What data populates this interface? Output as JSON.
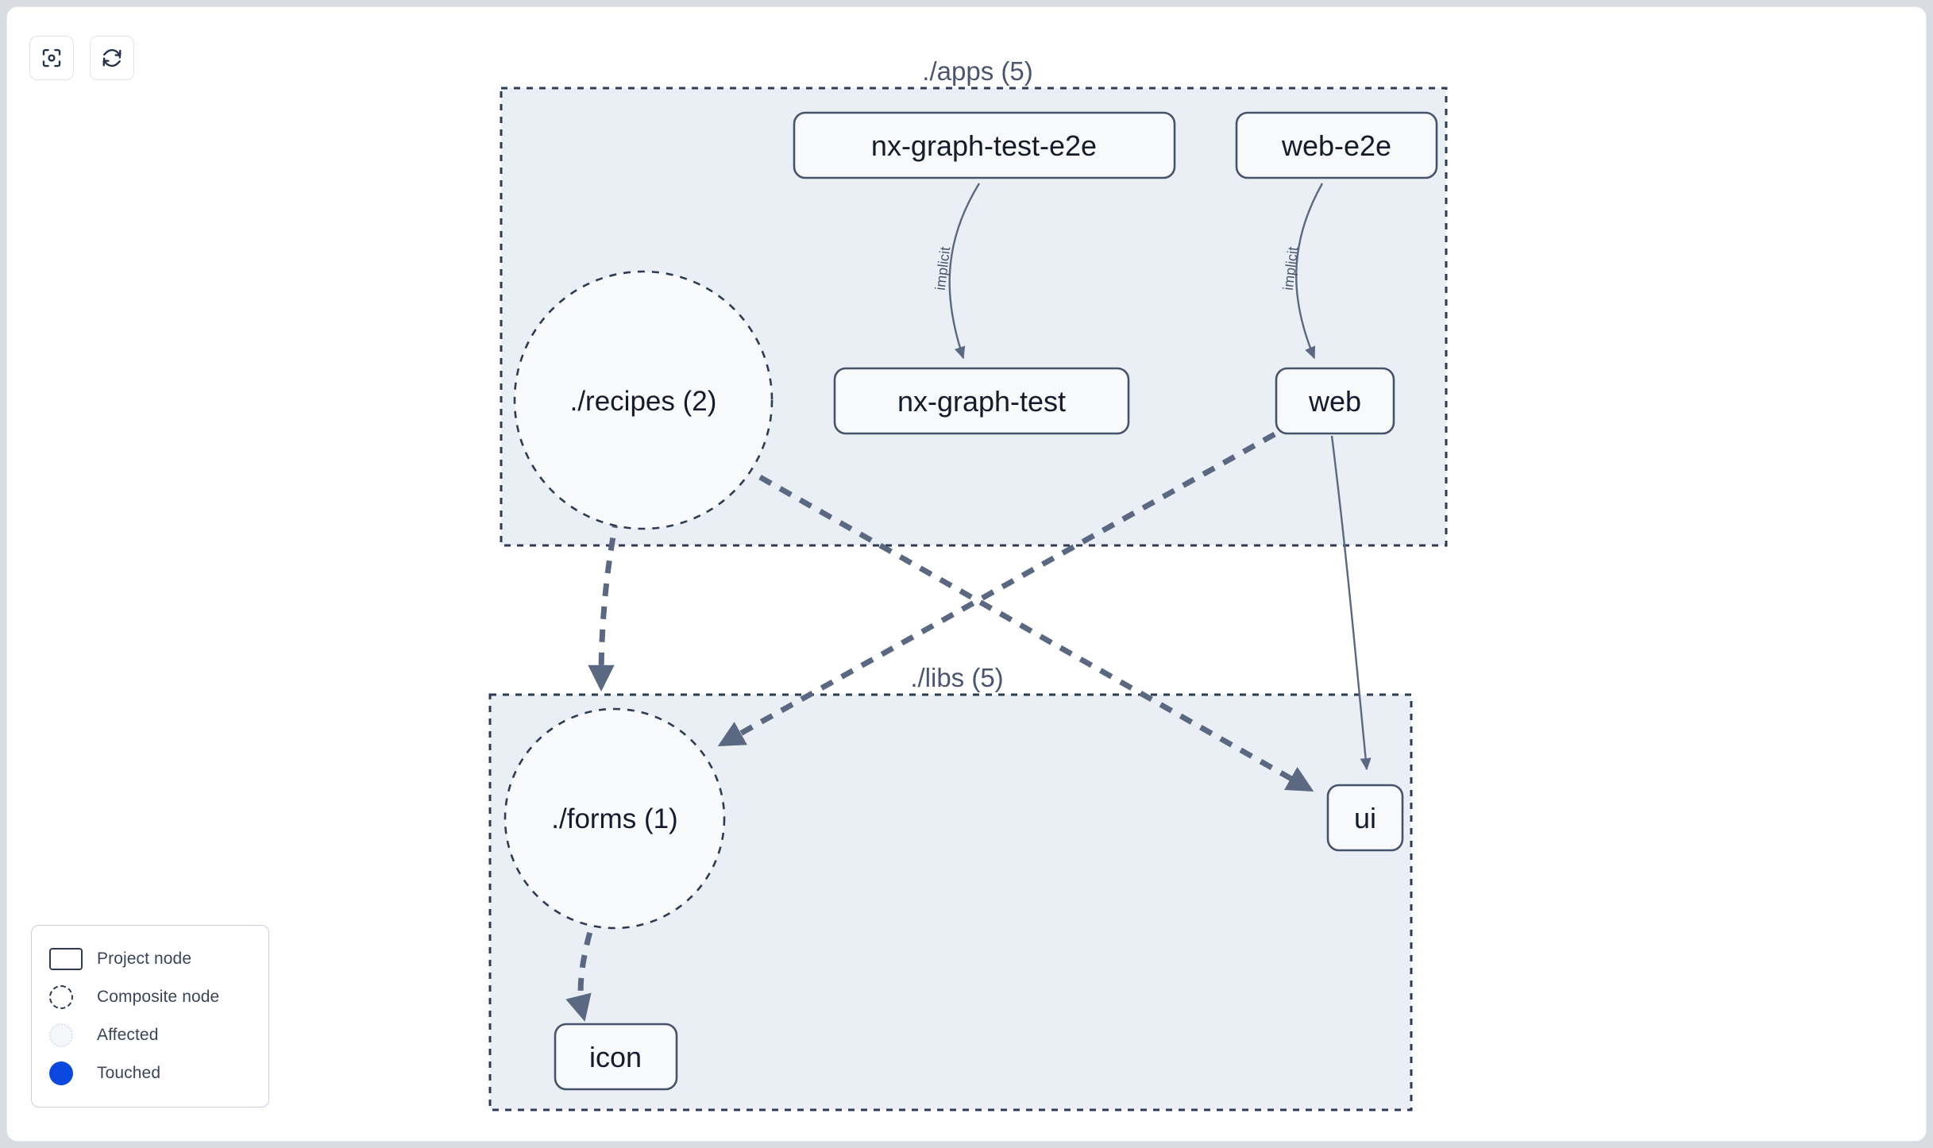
{
  "toolbar": {
    "buttons": [
      {
        "name": "focus-graph-button",
        "icon": "focus-target-icon",
        "label": ""
      },
      {
        "name": "refresh-graph-button",
        "icon": "refresh-icon",
        "label": ""
      }
    ]
  },
  "legend": {
    "items": [
      {
        "icon": "project-node-swatch",
        "label": "Project node"
      },
      {
        "icon": "composite-node-swatch",
        "label": "Composite node"
      },
      {
        "icon": "affected-swatch",
        "label": "Affected"
      },
      {
        "icon": "touched-swatch",
        "label": "Touched"
      }
    ],
    "colors": {
      "touched": "#0b48e0",
      "affected": "#f4f6f9",
      "outline": "#2f3b52"
    }
  },
  "graph": {
    "groups": [
      {
        "id": "apps",
        "label": "./apps (5)"
      },
      {
        "id": "libs",
        "label": "./libs (5)"
      }
    ],
    "project_nodes": [
      {
        "id": "nx-graph-test-e2e",
        "label": "nx-graph-test-e2e"
      },
      {
        "id": "web-e2e",
        "label": "web-e2e"
      },
      {
        "id": "nx-graph-test",
        "label": "nx-graph-test"
      },
      {
        "id": "web",
        "label": "web"
      },
      {
        "id": "ui",
        "label": "ui"
      },
      {
        "id": "icon",
        "label": "icon"
      }
    ],
    "composite_nodes": [
      {
        "id": "recipes",
        "label": "./recipes (2)"
      },
      {
        "id": "forms",
        "label": "./forms (1)"
      }
    ],
    "edges": [
      {
        "from": "nx-graph-test-e2e",
        "to": "nx-graph-test",
        "label": "implicit",
        "style": "solid"
      },
      {
        "from": "web-e2e",
        "to": "web",
        "label": "implicit",
        "style": "solid"
      },
      {
        "from": "web",
        "to": "ui",
        "label": "",
        "style": "solid"
      },
      {
        "from": "recipes",
        "to": "forms",
        "label": "",
        "style": "dashed"
      },
      {
        "from": "recipes",
        "to": "ui",
        "label": "",
        "style": "dashed"
      },
      {
        "from": "web",
        "to": "forms",
        "label": "",
        "style": "dashed"
      },
      {
        "from": "forms",
        "to": "icon",
        "label": "",
        "style": "dashed"
      }
    ],
    "colors": {
      "group_fill": "#eaeff5",
      "group_stroke": "#2f3b52",
      "node_fill": "#f7f9fb",
      "node_stroke": "#46536b",
      "edge": "#5b6881",
      "text": "#141b2b"
    }
  }
}
